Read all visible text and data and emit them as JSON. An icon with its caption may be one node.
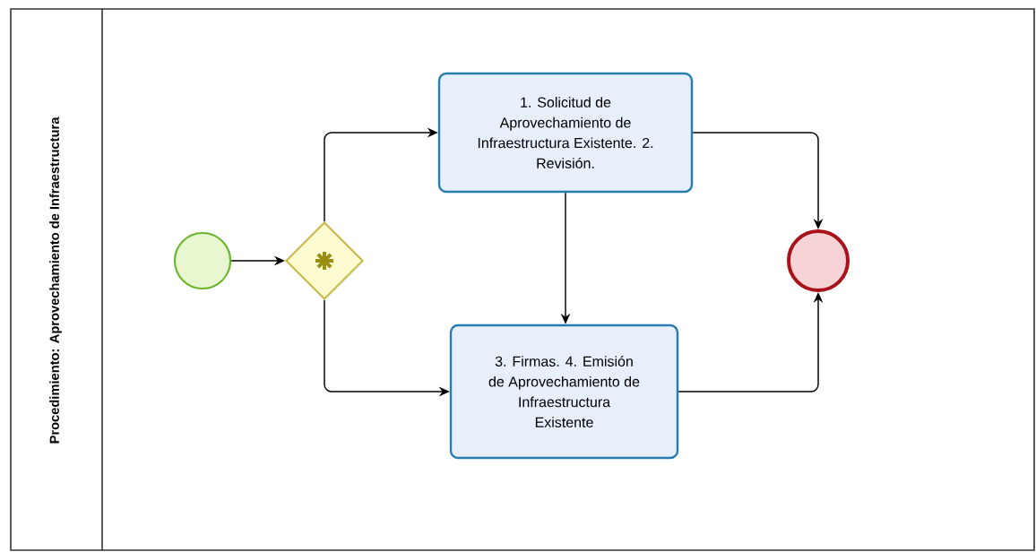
{
  "diagram": {
    "nodes": [
      {
        "text": [
          "Procedimiento: Aprovechamiento de Infraestructura"
        ]
      },
      {
        "text": [],
        "shape": "circle",
        "in": 0
      },
      {
        "text": [],
        "shape": "diamond",
        "in": 0
      },
      {
        "text": [
          "1. Solicitud de Aprovechamiento de Infraestructura Existente. 2. Revisión."
        ],
        "in": 0
      },
      {
        "text": [
          "3. Firmas. 4. Emisión de Aprovechamiento de Infraestructura Existente"
        ],
        "in": 0
      },
      {
        "text": [],
        "shape": "circle",
        "in": 0
      }
    ],
    "edges": [
      {
        "from": 1,
        "to": 2,
        "arrow": "to"
      },
      {
        "from": 2,
        "to": 3,
        "arrow": "to"
      },
      {
        "from": 2,
        "to": 4,
        "arrow": "to"
      },
      {
        "from": 3,
        "to": 4,
        "arrow": "to"
      },
      {
        "from": 3,
        "to": 5,
        "arrow": "to"
      },
      {
        "from": 4,
        "to": 5,
        "arrow": "to"
      }
    ]
  }
}
